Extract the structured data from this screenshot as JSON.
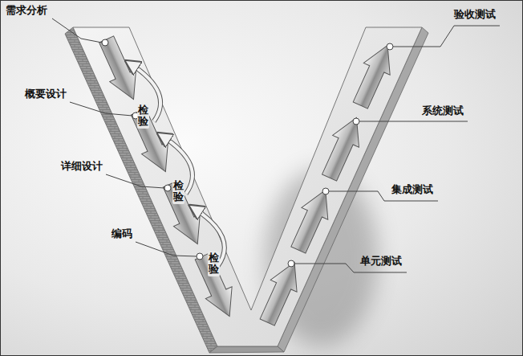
{
  "diagram": {
    "labels": [
      "需求分析",
      "概要设计",
      "详细设计",
      "编码",
      "检验",
      "检验",
      "检验",
      "验收测试",
      "系统测试",
      "集成测试",
      "单元测试"
    ]
  }
}
